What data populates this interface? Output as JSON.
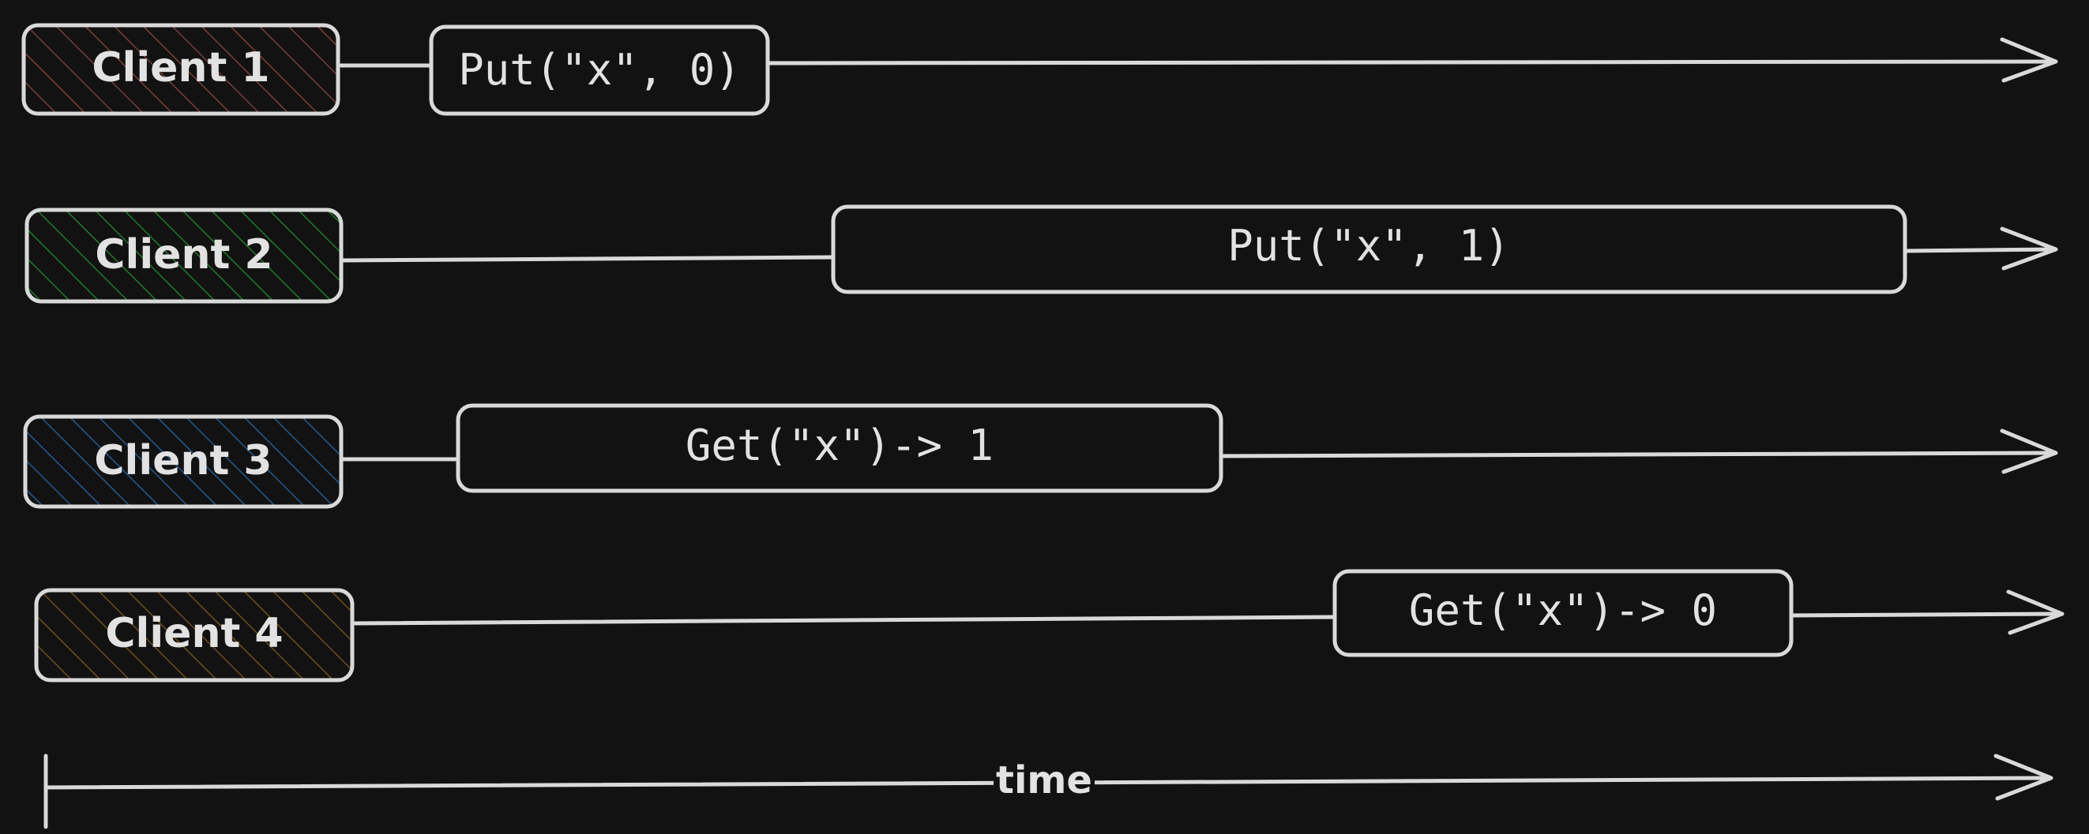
{
  "colors": {
    "background": "#121212",
    "stroke": "#d9d9d9",
    "text": "#e2e2e2",
    "client1": "#6b3a3a",
    "client2": "#1e6b2a",
    "client3": "#1f4f7a",
    "client4": "#5a4518"
  },
  "clients": [
    {
      "label": "Client 1",
      "operation": "Put(\"x\", 0)"
    },
    {
      "label": "Client 2",
      "operation": "Put(\"x\", 1)"
    },
    {
      "label": "Client 3",
      "operation": "Get(\"x\")-> 1"
    },
    {
      "label": "Client 4",
      "operation": "Get(\"x\")-> 0"
    }
  ],
  "axis": {
    "label": "time"
  }
}
